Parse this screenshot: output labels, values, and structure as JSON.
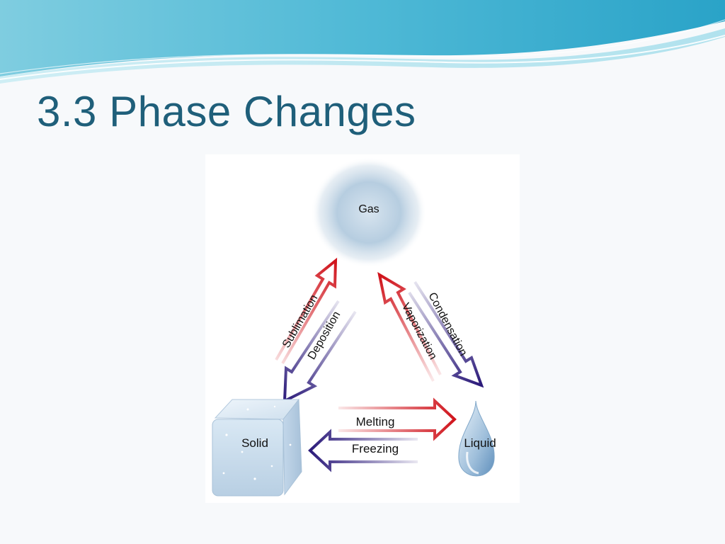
{
  "slide": {
    "title": "3.3 Phase Changes"
  },
  "diagram": {
    "states": {
      "gas": "Gas",
      "solid": "Solid",
      "liquid": "Liquid"
    },
    "transitions": {
      "sublimation": "Sublimation",
      "deposition": "Deposition",
      "condensation": "Condensation",
      "vaporization": "Vaporization",
      "melting": "Melting",
      "freezing": "Freezing"
    },
    "colors": {
      "heating_arrow": "#d0141c",
      "cooling_arrow": "#2b1a7a",
      "title": "#1f5f7a"
    }
  }
}
